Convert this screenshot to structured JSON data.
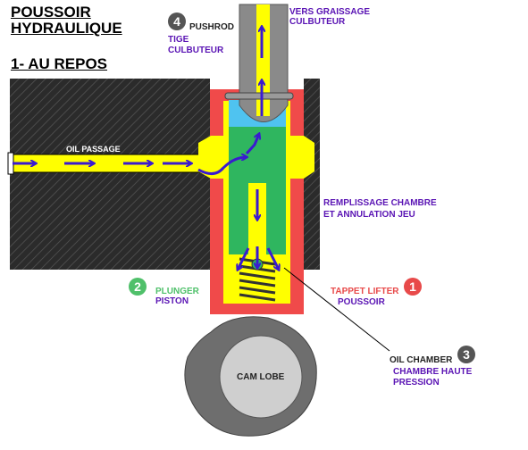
{
  "title": {
    "line1": "POUSSOIR",
    "line2": "HYDRAULIQUE",
    "subtitle": "1- AU REPOS"
  },
  "parts": {
    "pushrod": {
      "number": "4",
      "name_en": "PUSHROD",
      "name_fr_1": "TIGE",
      "name_fr_2": "CULBUTEUR"
    },
    "plunger": {
      "number": "2",
      "name_en": "PLUNGER",
      "name_fr": "PISTON"
    },
    "tappet": {
      "number": "1",
      "name_en": "TAPPET LIFTER",
      "name_fr": "POUSSOIR"
    },
    "oil_chamber": {
      "number": "3",
      "name_en": "OIL CHAMBER",
      "name_fr_1": "CHAMBRE HAUTE",
      "name_fr_2": "PRESSION"
    }
  },
  "annotations": {
    "to_rocker_1": "VERS GRAISSAGE",
    "to_rocker_2": "CULBUTEUR",
    "oil_passage": "OIL PASSAGE",
    "fill_1": "REMPLISSAGE CHAMBRE",
    "fill_2": "ET ANNULATION JEU",
    "cam": "CAM LOBE"
  },
  "colors": {
    "engine_block": "#2b2b2b",
    "tappet_body": "#f04a4a",
    "oil": "#ffff00",
    "plunger_body": "#2fb65f",
    "pushrod": "#8a8a8a",
    "oil_cup": "#4fc3f0",
    "flow_arrows": "#3a1ad0",
    "badge_pushrod": "#555555",
    "badge_plunger": "#4fc06a",
    "badge_tappet": "#e84a4a",
    "badge_chamber": "#555555",
    "text_purple": "#5a14b4",
    "text_green": "#4fc06a",
    "text_red": "#e84a4a"
  }
}
